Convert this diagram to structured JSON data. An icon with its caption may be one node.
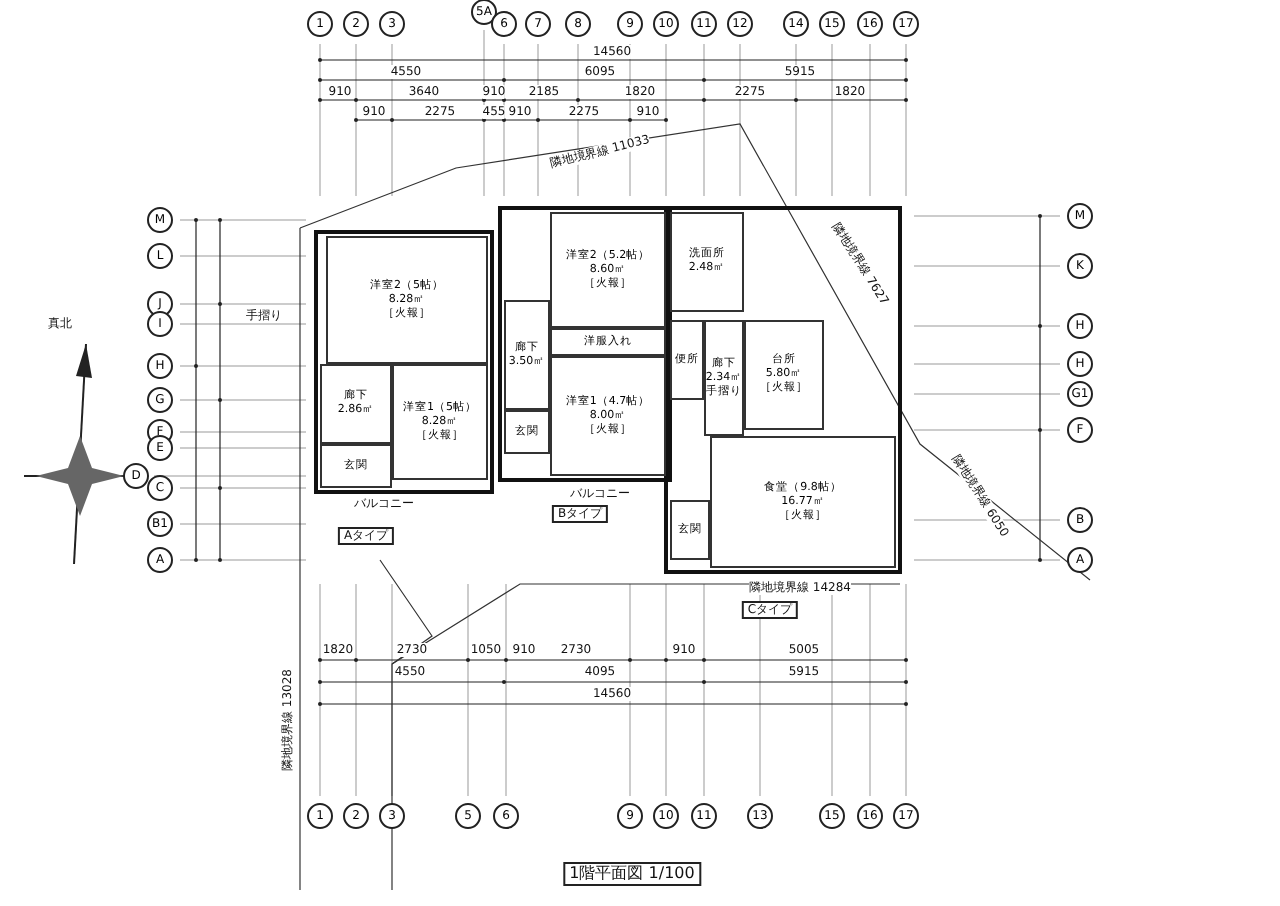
{
  "diagram": {
    "title": "1階平面図 1/100",
    "nodes": [
      {
        "text": [
          "洋室2（5帖）",
          "8.28㎡",
          "［火報］"
        ]
      },
      {
        "text": [
          "廊下",
          "2.86㎡"
        ]
      },
      {
        "text": [
          "洋室1（5帖）",
          "8.28㎡",
          "［火報］"
        ]
      },
      {
        "text": [
          "玄関"
        ]
      },
      {
        "text": [
          "洋室2（5.2帖）",
          "8.60㎡",
          "［火報］"
        ]
      },
      {
        "text": [
          "廊下",
          "3.50㎡"
        ]
      },
      {
        "text": [
          "洋服入れ"
        ]
      },
      {
        "text": [
          "洋室1（4.7帖）",
          "8.00㎡",
          "［火報］"
        ]
      },
      {
        "text": [
          "玄関"
        ]
      },
      {
        "text": [
          "洗面所",
          "2.48㎡"
        ]
      },
      {
        "text": [
          "便所"
        ]
      },
      {
        "text": [
          "廊下",
          "2.34㎡",
          "手摺り"
        ]
      },
      {
        "text": [
          "台所",
          "5.80㎡",
          "［火報］"
        ]
      },
      {
        "text": [
          "食堂（9.8帖）",
          "16.77㎡",
          "［火報］"
        ]
      },
      {
        "text": [
          "玄関"
        ]
      }
    ],
    "labels": [
      "1",
      "2",
      "3",
      "5A",
      "6",
      "7",
      "8",
      "9",
      "10",
      "11",
      "12",
      "14",
      "15",
      "16",
      "17",
      "14560",
      "4550",
      "6095",
      "5915",
      "910",
      "3640",
      "910",
      "2185",
      "1820",
      "2275",
      "1820",
      "910",
      "2275",
      "455",
      "910",
      "2275",
      "910",
      "隣地境界線 11033",
      "M",
      "L",
      "J",
      "I",
      "H",
      "G",
      "F",
      "E",
      "D",
      "C",
      "B1",
      "A",
      "M",
      "K",
      "H",
      "H",
      "G1",
      "F",
      "B",
      "A",
      "真北",
      "手摺り",
      "Aタイプ",
      "バルコニー",
      "Bタイプ",
      "バルコニー",
      "Cタイプ",
      "隣地境界線 14284",
      "隣地境界線 7627",
      "隣地境界線 6050",
      "1820",
      "2730",
      "1050",
      "910",
      "2730",
      "910",
      "5005",
      "4550",
      "4095",
      "5915",
      "14560",
      "1",
      "2",
      "3",
      "5",
      "6",
      "9",
      "10",
      "11",
      "13",
      "15",
      "16",
      "17",
      "隣地境界線 13028"
    ]
  }
}
